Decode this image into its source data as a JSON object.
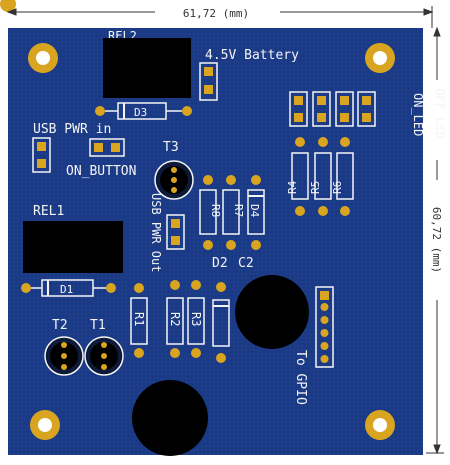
{
  "dimensions": {
    "width": "61,72 (mm)",
    "height": "60,72 (mm)"
  },
  "board": {
    "color": "#1a3a86",
    "silk_color": "#f4f4f4",
    "pad_color": "#d9a520",
    "copper_color": "#c8a040"
  },
  "labels": {
    "rel2": "REL2",
    "battery": "4.5V Battery",
    "d3": "D3",
    "usb_pwr_in": "USB PWR in",
    "on_button": "ON_BUTTON",
    "t3": "T3",
    "usb_pwr_out": "USB PWR Out",
    "rel1": "REL1",
    "d1": "D1",
    "t2": "T2",
    "t1": "T1",
    "r1": "R1",
    "r2": "R2",
    "r3": "R3",
    "r4": "R4",
    "r5": "R5",
    "r6": "R6",
    "r7": "R7",
    "r8": "R8",
    "d4": "D4",
    "d2": "D2",
    "c2": "C2",
    "on_led": "ON_LED",
    "off_led": "OFF_LED",
    "to_gpio": "To GPIO"
  }
}
